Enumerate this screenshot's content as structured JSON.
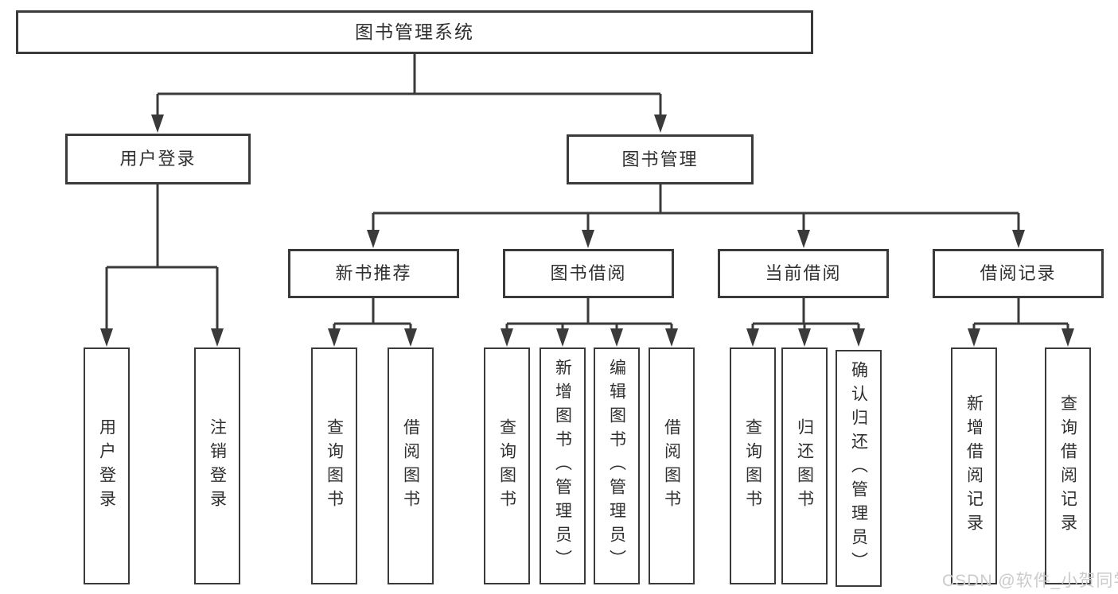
{
  "diagram": {
    "root": {
      "label": "图书管理系统"
    },
    "branches": [
      {
        "label": "用户登录",
        "children": [
          {
            "label": "用户登录"
          },
          {
            "label": "注销登录"
          }
        ]
      },
      {
        "label": "图书管理",
        "children": [
          {
            "label": "新书推荐",
            "children": [
              {
                "label": "查询图书"
              },
              {
                "label": "借阅图书"
              }
            ]
          },
          {
            "label": "图书借阅",
            "children": [
              {
                "label": "查询图书"
              },
              {
                "label": "新增图书（管理员）"
              },
              {
                "label": "编辑图书（管理员）"
              },
              {
                "label": "借阅图书"
              }
            ]
          },
          {
            "label": "当前借阅",
            "children": [
              {
                "label": "查询图书"
              },
              {
                "label": "归还图书"
              },
              {
                "label": "确认归还（管理员）"
              }
            ]
          },
          {
            "label": "借阅记录",
            "children": [
              {
                "label": "新增借阅记录"
              },
              {
                "label": "查询借阅记录"
              }
            ]
          }
        ]
      }
    ]
  },
  "watermark": {
    "text": "CSDN @软件_小贺同学"
  },
  "colors": {
    "line": "#3a3a3a",
    "box_border": "#3a3a3a",
    "text": "#2f2f2f",
    "watermark": "#cbcbcb",
    "background": "#ffffff"
  }
}
